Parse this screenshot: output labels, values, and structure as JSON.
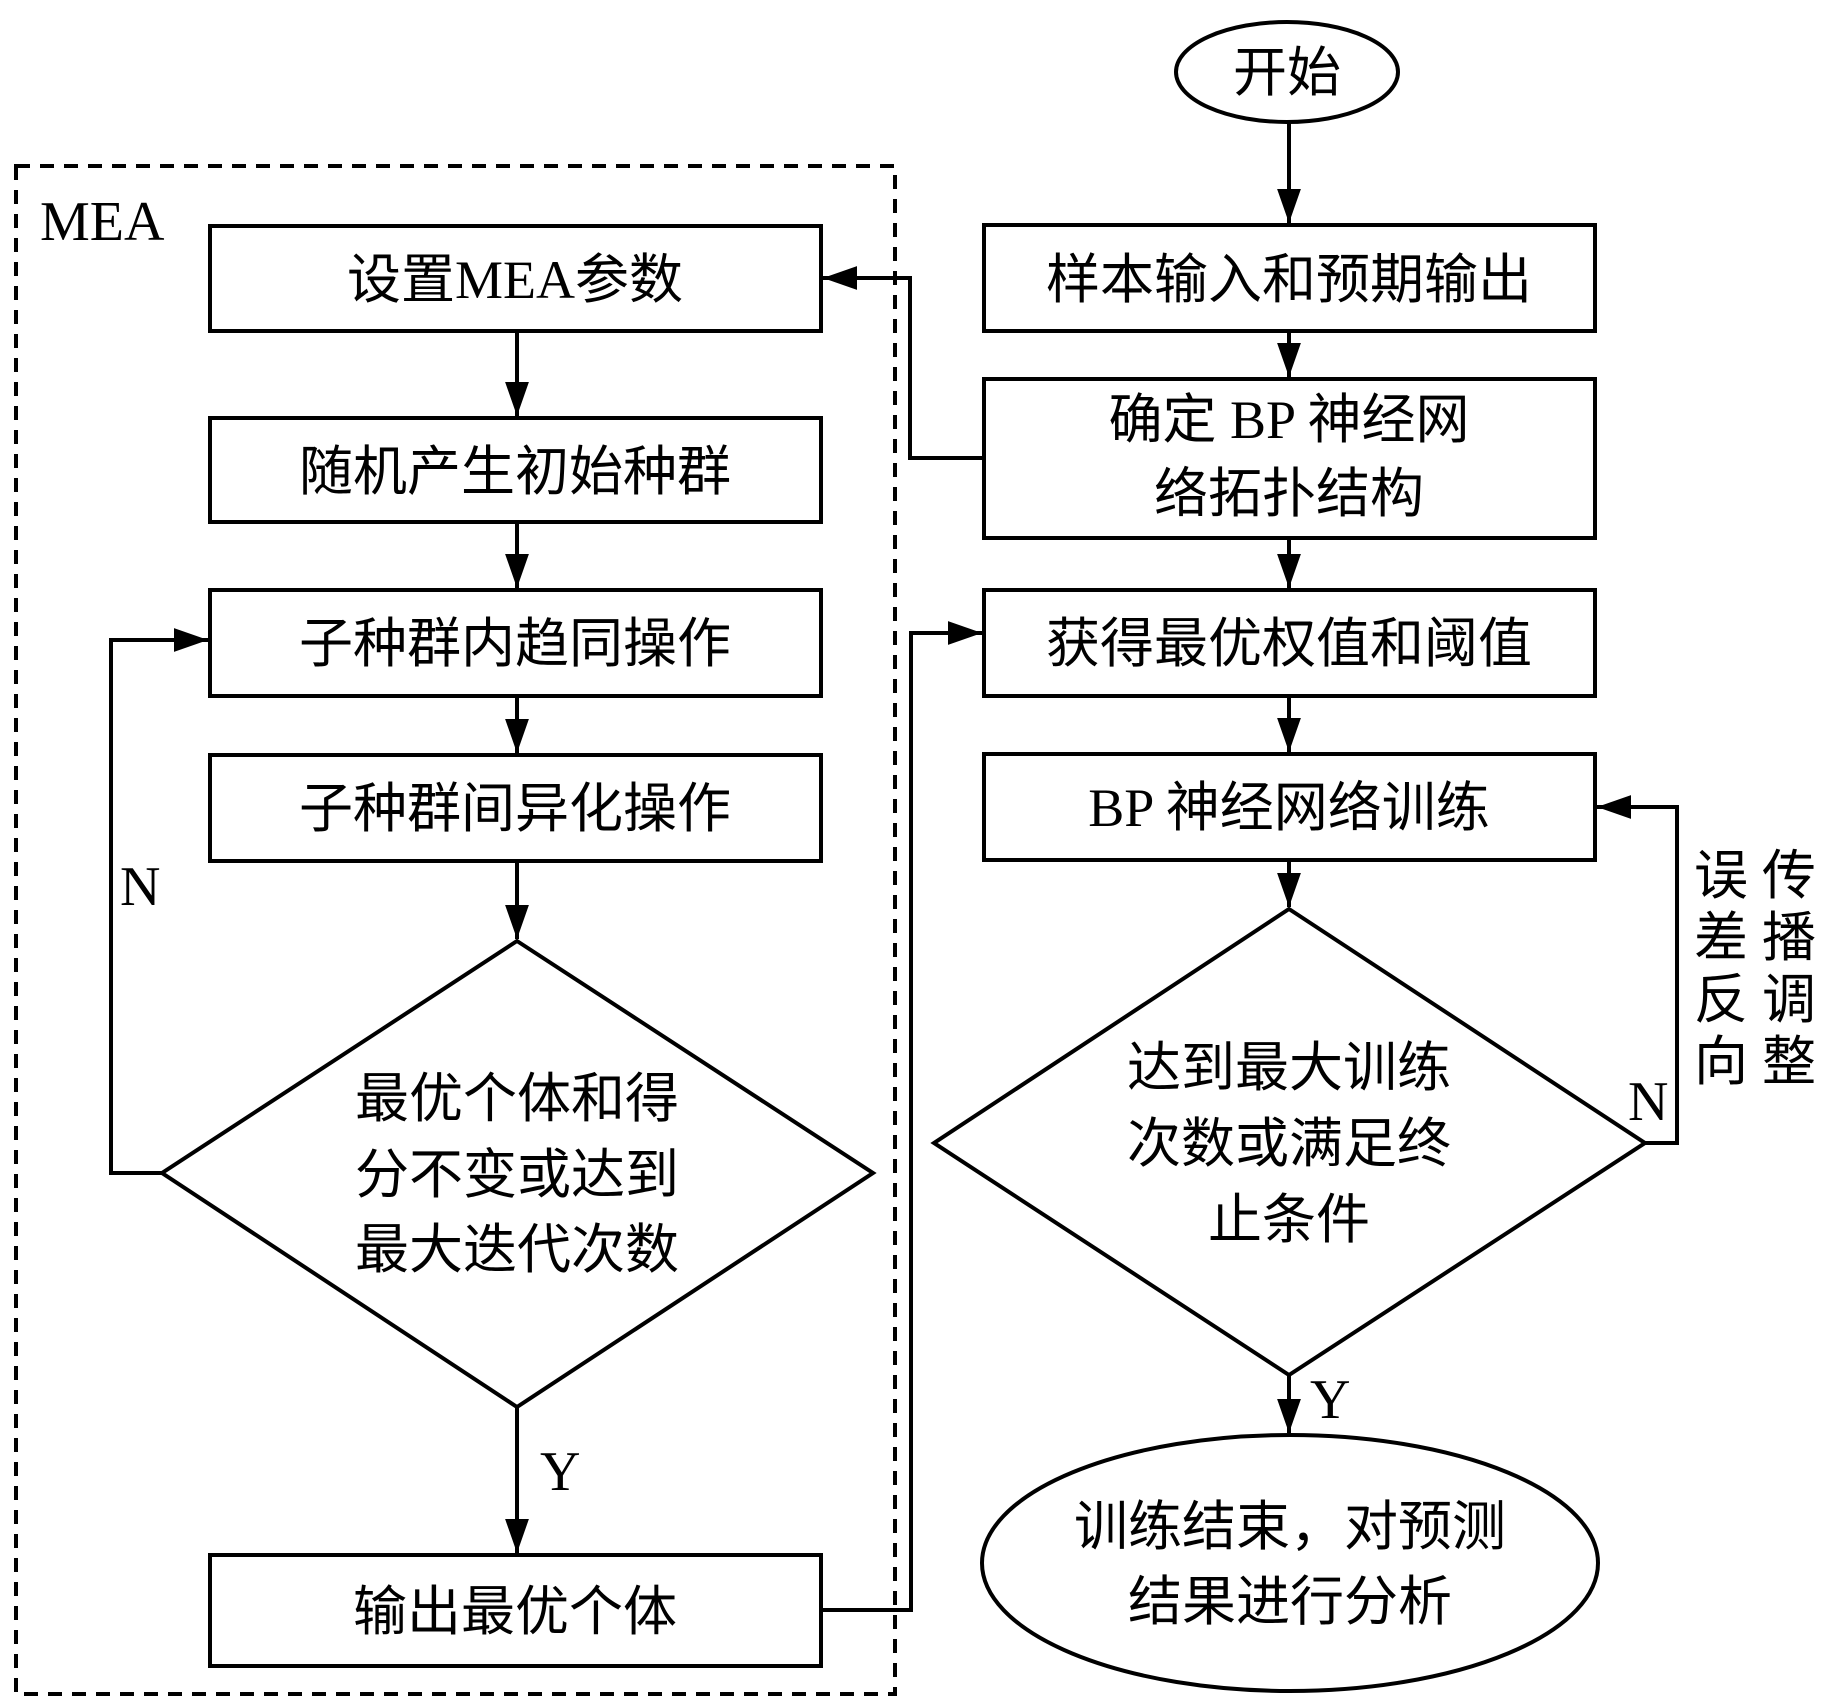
{
  "diagram": {
    "group_label": "MEA",
    "start": "开始",
    "end_lines": [
      "训练结束，对预测",
      "结果进行分析"
    ],
    "left": {
      "set_params": "设置MEA参数",
      "init_population": "随机产生初始种群",
      "convergence": "子种群内趋同操作",
      "dissimilation": "子种群间异化操作",
      "decision_lines": [
        "最优个体和得",
        "分不变或达到",
        "最大迭代次数"
      ],
      "output_best": "输出最优个体",
      "no_label": "N",
      "yes_label": "Y"
    },
    "right": {
      "sample_io": "样本输入和预期输出",
      "topology_lines": [
        "确定 BP 神经网",
        "络拓扑结构"
      ],
      "optimal_weights": "获得最优权值和阈值",
      "bp_training": "BP 神经网络训练",
      "decision_lines": [
        "达到最大训练",
        "次数或满足终",
        "止条件"
      ],
      "no_label": "N",
      "yes_label": "Y",
      "feedback_col1": [
        "误",
        "差",
        "反",
        "向"
      ],
      "feedback_col2": [
        "传",
        "播",
        "调",
        "整"
      ]
    }
  }
}
